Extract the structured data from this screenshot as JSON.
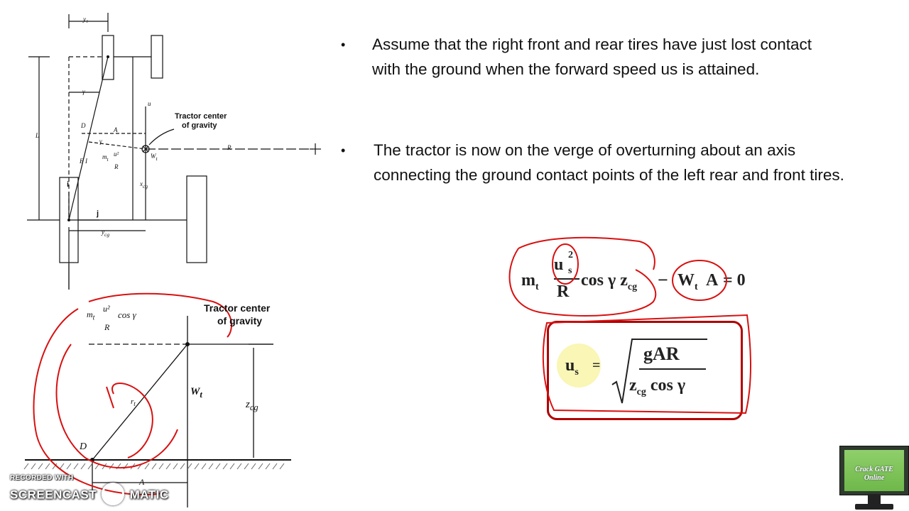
{
  "bullets": [
    "Assume that the right front and rear tires have just lost contact with the ground when the forward speed us is attained.",
    "The tractor is now on the verge of overturning about an axis connecting the ground contact points of the left rear and front tires."
  ],
  "bullet_symbol": "•",
  "top_diagram": {
    "y1": "y₁",
    "y": "γ",
    "u": "u",
    "cg_label_line1": "Tractor center",
    "cg_label_line2": "of gravity",
    "D": "D",
    "A": "A",
    "gamma": "γ",
    "R": "R",
    "Wt": "W",
    "Wt_sub": "t",
    "L": "L",
    "E": "E",
    "I": "I",
    "m": "m",
    "m_sub": "t",
    "u2": "u²",
    "xcg": "x",
    "xcg_sub": "cg",
    "ycg": "y",
    "ycg_sub": "cg",
    "i": "i",
    "j": "j",
    "plus": "+"
  },
  "bottom_diagram": {
    "m": "m",
    "m_sub": "t",
    "u2": "u²",
    "R": "R",
    "cos": "cos γ",
    "cg_label_line1": "Tractor center",
    "cg_label_line2": "of gravity",
    "Wt": "W",
    "Wt_sub": "t",
    "zcg": "z",
    "zcg_sub": "cg",
    "rt": "r",
    "rt_sub": "t",
    "D": "D",
    "A": "A"
  },
  "equation1": {
    "m": "m",
    "m_sub": "t",
    "u": "u",
    "u_sup": "2",
    "u_sub": "s",
    "R": "R",
    "cos": "cos γ z",
    "z_sub": "cg",
    "minus": "−",
    "W": "W",
    "W_sub": "t",
    "A": "A",
    "eq": "= 0"
  },
  "equation2": {
    "u": "u",
    "u_sub": "s",
    "eq": "=",
    "num": "gAR",
    "den_z": "z",
    "den_sub": "cg",
    "den_rest": "cos γ"
  },
  "watermark": {
    "line1": "RECORDED WITH",
    "line2a": "SCREENCAST",
    "line2b": "MATIC"
  },
  "monitor_logo": {
    "line1": "Crack GATE",
    "line2": "Online"
  },
  "colors": {
    "annotation": "#d81010",
    "box": "#b00000",
    "highlight": "#f4ee7a"
  }
}
